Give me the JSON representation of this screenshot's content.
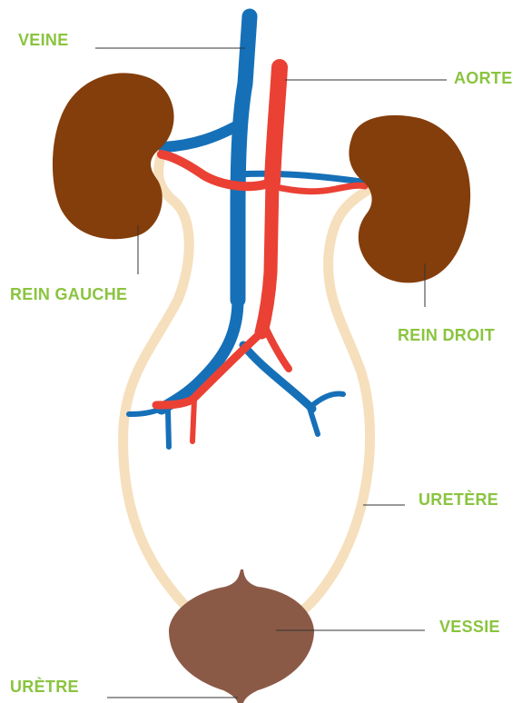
{
  "colors": {
    "label_green": "#8ac43f",
    "vein_blue": "#1570b8",
    "artery_red": "#ea4134",
    "kidney_brown": "#843e0b",
    "bladder_brown": "#8b5a47",
    "ureter_beige": "#f6dfbd",
    "leader_line": "#333333"
  },
  "labels": {
    "veine": "VEINE",
    "aorte": "AORTE",
    "rein_gauche": "REIN GAUCHE",
    "rein_droit": "REIN DROIT",
    "uretere": "URETÈRE",
    "vessie": "VESSIE",
    "uretre": "URÈTRE"
  }
}
